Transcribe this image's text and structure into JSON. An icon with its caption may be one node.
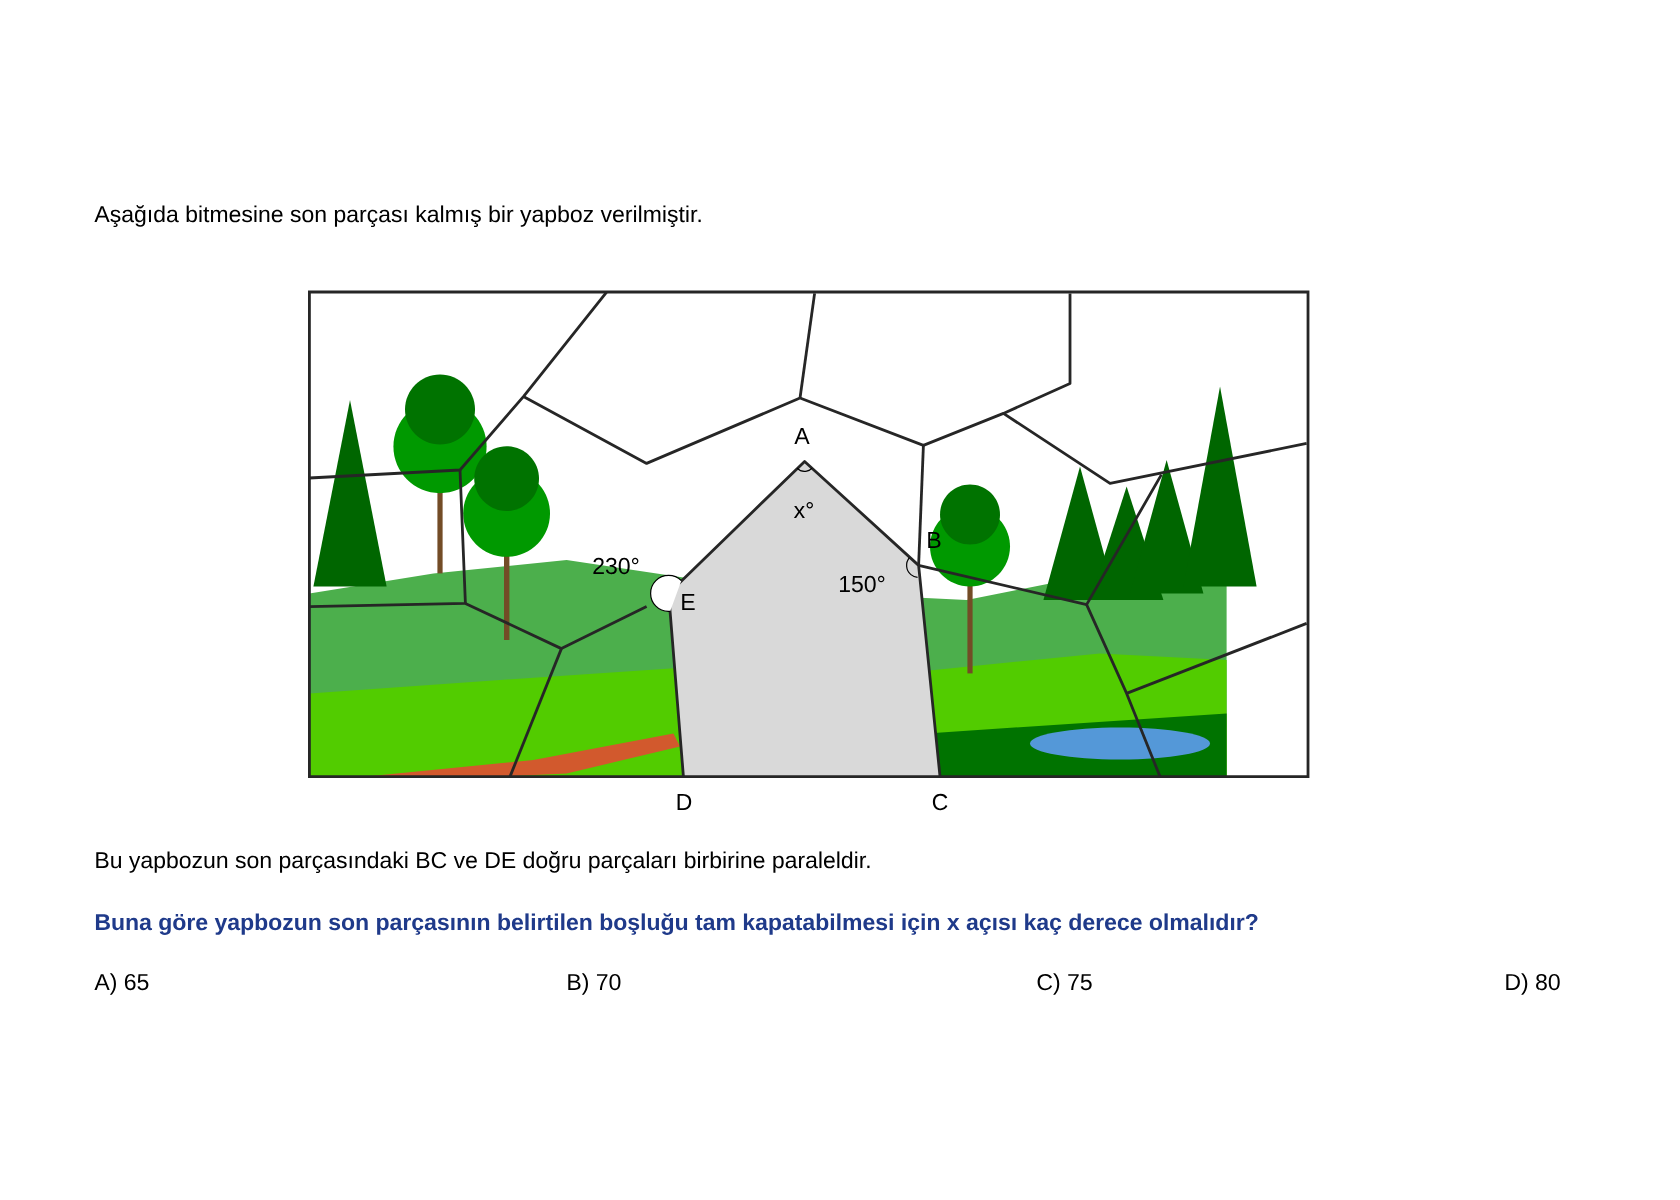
{
  "diagram": {
    "labels": [
      "Aşağıda bitmesine son parçası kalmış bir yapboz verilmiştir.",
      "A",
      "x°",
      "230°",
      "E",
      "150°",
      "B",
      "D",
      "C",
      "Bu yapbozun son parçasındaki BC ve DE doğru parçaları birbirine paraleldir.",
      "Buna göre yapbozun son parçasının belirtilen boşluğu tam kapatabilmesi için x açısı kaç derece olmalıdır?",
      "A) 65",
      "B) 70",
      "C) 75",
      "D) 80"
    ]
  }
}
